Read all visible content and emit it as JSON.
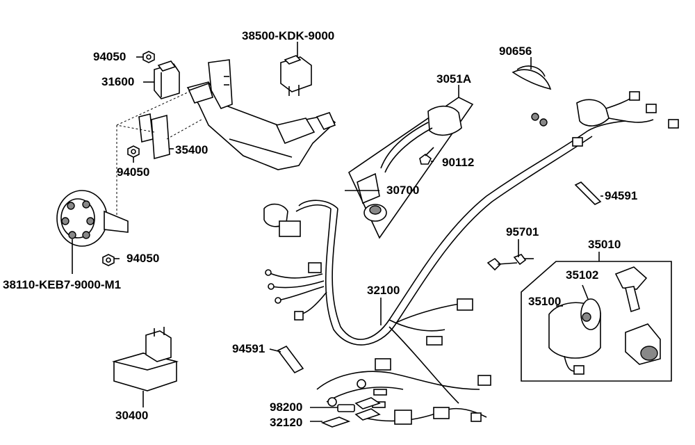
{
  "labels": {
    "p94050_top": "94050",
    "p31600": "31600",
    "p38500": "38500-KDK-9000",
    "p90656": "90656",
    "p3051a": "3051A",
    "p35400": "35400",
    "p94050_mid": "94050",
    "p90112": "90112",
    "p30700": "30700",
    "p94591_right": "94591",
    "p94050_low": "94050",
    "p38110": "38110-KEB7-9000-M1",
    "p95701": "95701",
    "p35010": "35010",
    "p35102": "35102",
    "p32100": "32100",
    "p35100": "35100",
    "p94591_left": "94591",
    "p30400": "30400",
    "p98200": "98200",
    "p32120": "32120"
  }
}
